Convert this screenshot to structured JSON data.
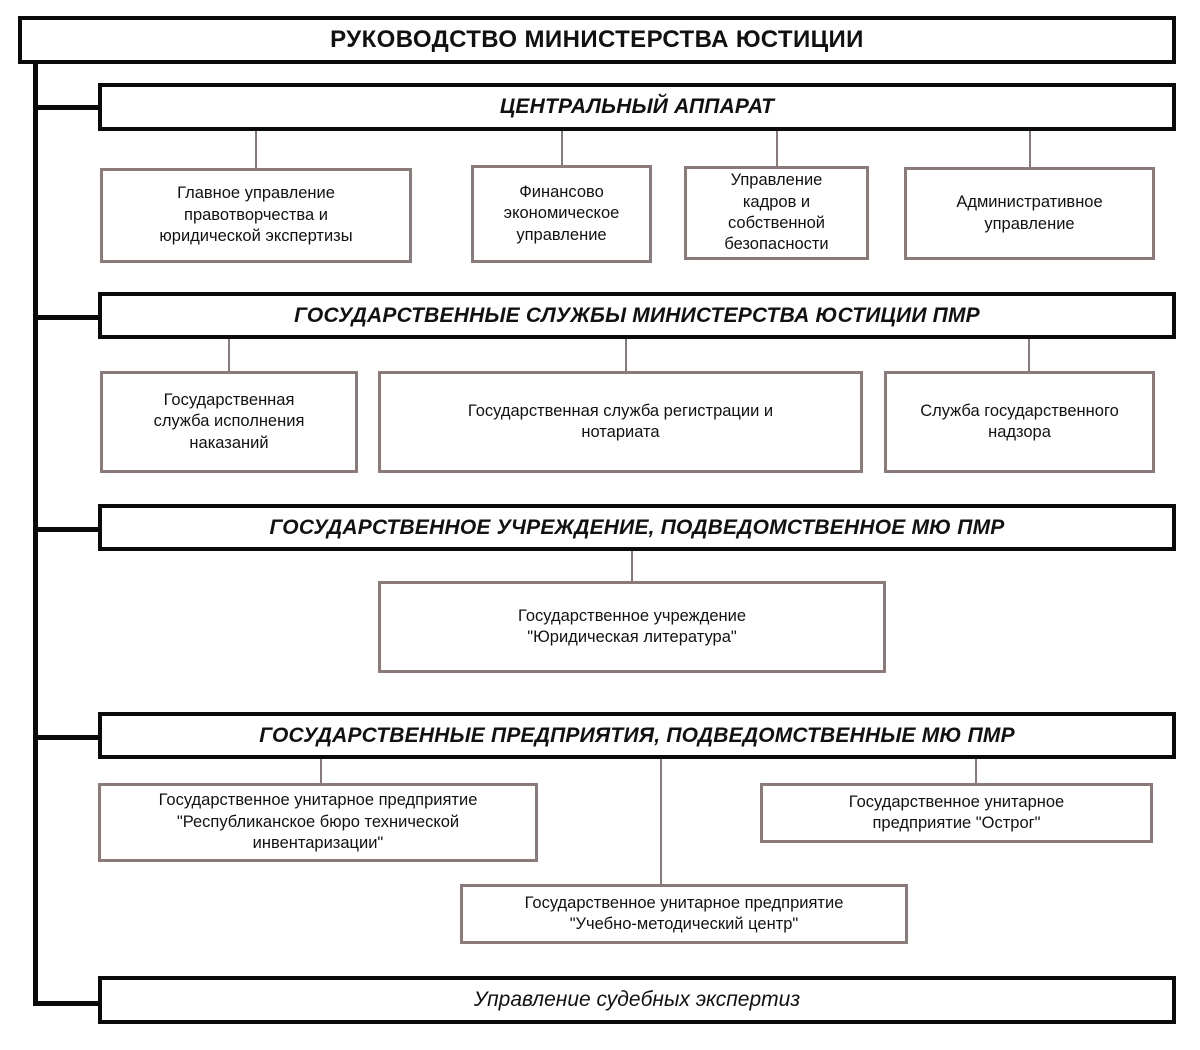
{
  "diagram": {
    "title": "РУКОВОДСТВО МИНИСТЕРСТВА ЮСТИЦИИ",
    "root_label": "РУКОВОДСТВО МИНИСТЕРСТВА ЮСТИЦИИ",
    "sections": [
      {
        "header": "ЦЕНТРАЛЬНЫЙ АППАРАТ",
        "children": [
          "Главное управление\nправотворчества и\nюридической экспертизы",
          "Финансово\nэкономическое\nуправление",
          "Управление\nкадров и\nсобственной\nбезопасности",
          "Административное\nуправление"
        ]
      },
      {
        "header": "ГОСУДАРСТВЕННЫЕ СЛУЖБЫ МИНИСТЕРСТВА ЮСТИЦИИ ПМР",
        "children": [
          "Государственная\nслужба исполнения\nнаказаний",
          "Государственная служба регистрации и\nнотариата",
          "Служба государственного\nнадзора"
        ]
      },
      {
        "header": "ГОСУДАРСТВЕННОЕ УЧРЕЖДЕНИЕ, ПОДВЕДОМСТВЕННОЕ МЮ ПМР",
        "children": [
          "Государственное учреждение\n\"Юридическая литература\""
        ]
      },
      {
        "header": "ГОСУДАРСТВЕННЫЕ ПРЕДПРИЯТИЯ, ПОДВЕДОМСТВЕННЫЕ МЮ ПМР",
        "children": [
          "Государственное унитарное предприятие\n\"Республиканское бюро технической\nинвентаризации\"",
          "Государственное унитарное\nпредприятие \"Острог\"",
          "Государственное унитарное предприятие\n\"Учебно-методический центр\""
        ]
      },
      {
        "header": "Управление судебных экспертиз",
        "children": []
      }
    ],
    "colors": {
      "bar_border": "#0a0a0a",
      "unit_border": "#8a7a7a",
      "background": "#ffffff",
      "text": "#111111"
    }
  }
}
